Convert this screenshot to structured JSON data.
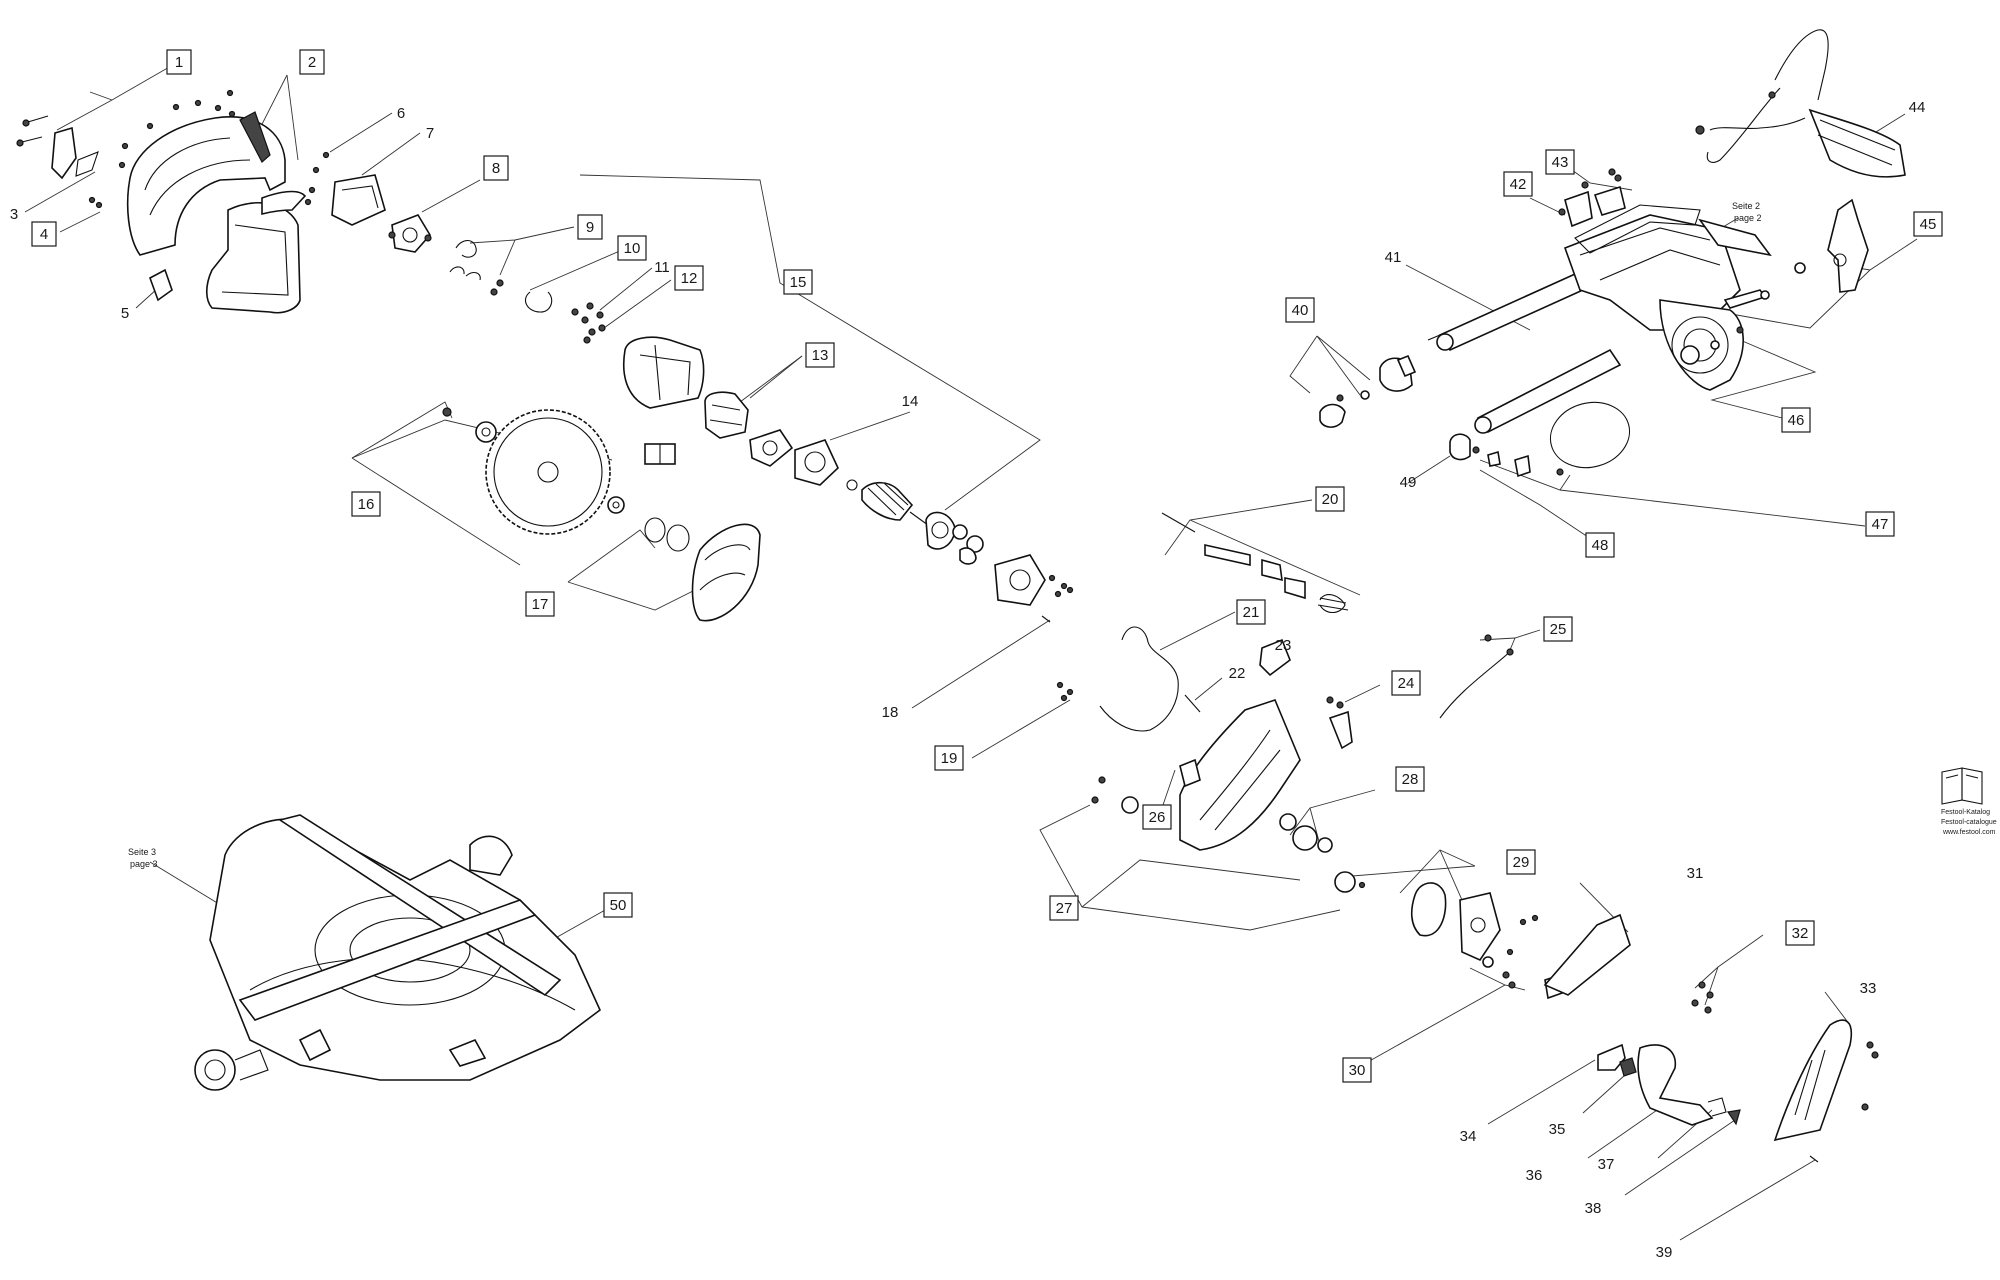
{
  "labels": {
    "p1": "1",
    "p2": "2",
    "p3": "3",
    "p4": "4",
    "p5": "5",
    "p6": "6",
    "p7": "7",
    "p8": "8",
    "p9": "9",
    "p10": "10",
    "p11": "11",
    "p12": "12",
    "p13": "13",
    "p14": "14",
    "p15": "15",
    "p16": "16",
    "p17": "17",
    "p18": "18",
    "p19": "19",
    "p20": "20",
    "p21": "21",
    "p22": "22",
    "p23": "23",
    "p24": "24",
    "p25": "25",
    "p26": "26",
    "p27": "27",
    "p28": "28",
    "p29": "29",
    "p30": "30",
    "p31": "31",
    "p32": "32",
    "p33": "33",
    "p34": "34",
    "p35": "35",
    "p36": "36",
    "p37": "37",
    "p38": "38",
    "p39": "39",
    "p40": "40",
    "p41": "41",
    "p42": "42",
    "p43": "43",
    "p44": "44",
    "p45": "45",
    "p46": "46",
    "p47": "47",
    "p48": "48",
    "p49": "49",
    "p50": "50"
  },
  "references": {
    "page2_de": "Seite 2",
    "page2_en": "page 2",
    "page3_de": "Seite 3",
    "page3_en": "page 3"
  },
  "catalogue": {
    "line1": "Festool-Katalog",
    "line2": "Festool-catalogue",
    "line3": "www.festool.com"
  }
}
